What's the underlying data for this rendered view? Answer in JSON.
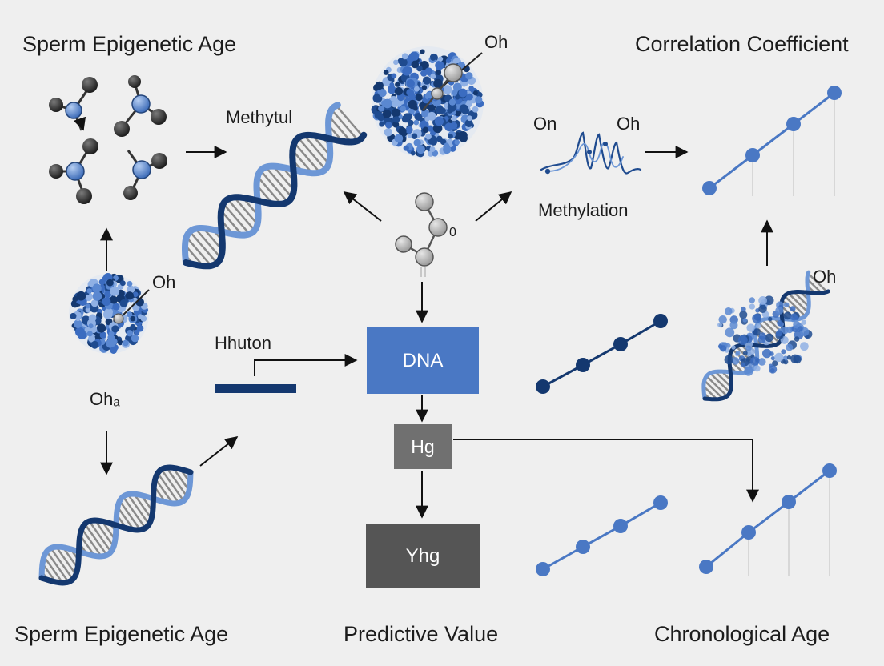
{
  "labels": {
    "title_top_left": "Sperm Epigenetic Age",
    "title_top_right": "Correlation Coefficient",
    "methytul": "Methytul",
    "oh_nucleus_top": "Oh",
    "on_left": "On",
    "oh_right": "Oh",
    "methylation": "Methylation",
    "zero_label": "0",
    "oh_nucleus_left": "Oh",
    "oh_right_dna": "Oh",
    "hhuton": "Hhuton",
    "oha": "Ohₐ",
    "bottom_left": "Sperm Epigenetic Age",
    "bottom_center": "Predictive Value",
    "bottom_right": "Chronological Age"
  },
  "boxes": {
    "dna": "DNA",
    "hg": "Hg",
    "yhg": "Yhg"
  },
  "colors": {
    "background": "#efefef",
    "primary_blue": "#4a78c4",
    "dark_navy": "#14386f",
    "light_blue": "#6d97d6",
    "gray_box": "#707070",
    "dark_gray_box": "#555555"
  }
}
